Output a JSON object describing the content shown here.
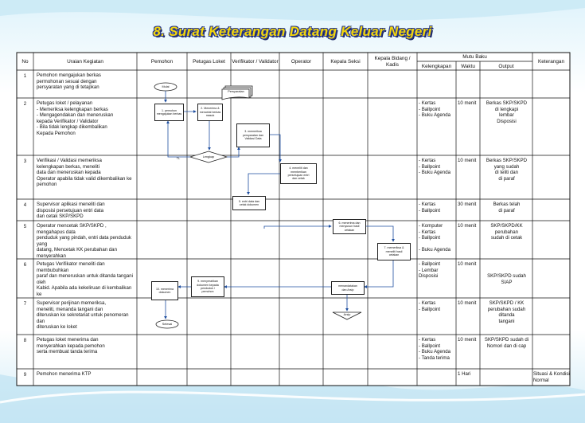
{
  "title": "8. Surat Keterangan Datang Keluar Negeri",
  "headers": {
    "no": "No",
    "uraian": "Uraian Kegiatan",
    "pemohon": "Pemohon",
    "petugas": "Petugas Loket",
    "verifikator": "Verifikator / Validator",
    "operator": "Operator",
    "kasi": "Kepala Seksi",
    "kabid": "Kepala Bidang / Kadis",
    "mutu": "Mutu Baku",
    "kelengkapan": "Kelengkapan",
    "waktu": "Waktu",
    "output": "Output",
    "keterangan": "Keterangan"
  },
  "rows": [
    {
      "no": "1",
      "uraian": "Pemohon mengajukan berkas\npermohonan sesuai dengan\npersyaratan yang di tetapkan",
      "kelengkapan": "",
      "waktu": "",
      "output": "",
      "keterangan": ""
    },
    {
      "no": "2",
      "uraian": "Petugas loket / pelayanan\n   - Memeriksa kelengkapan berkas\n   - Mengagendakan dan meneruskan\n     kepada Verifikator / Validator\n   - Bila tidak lengkap dikembalikan\n     Kepada Pemohon",
      "kelengkapan": "- Kertas\n- Ballpoint\n- Buku Agenda",
      "waktu": "10 menit",
      "output": "Berkas SKP/SKPD\ndi lengkapi\nlembar\nDisposisi",
      "keterangan": ""
    },
    {
      "no": "3",
      "uraian": "Verifikasi / Validasi memeriksa\nkelengkapan berkas, meneliti\ndata dan meneruskan kepada\nOperator apabila tidak valid dikembalikan ke\npemohon",
      "kelengkapan": "- Kertas\n- Ballpoint\n- Buku Agenda",
      "waktu": "10 menit",
      "output": "Berkas SKP/SKPD\nyang sudah\ndi teliti dan\ndi paraf",
      "keterangan": ""
    },
    {
      "no": "4",
      "uraian": "Supervisor aplikasi meneliti dan\ndisposisi persetujuan entri data\ndan cetak SKP/SKPD",
      "kelengkapan": "- Kertas\n- Ballpoint",
      "waktu": "30 menit",
      "output": "Berkas telah\ndi paraf",
      "keterangan": ""
    },
    {
      "no": "5",
      "uraian": "Operator mencetak SKP/SKPD , mengahapus data\npenduduk yang pindah, entri data penduduk yang\ndatang, Mencetak KK perubahan dan menyerahkan\nke Verifikator",
      "kelengkapan": "- Komputer\n- Kertas\n- Ballpoint\n\n- Buku Agenda",
      "waktu": "10 menit",
      "output": "SKP/SKPD/KK perubahan\nsudah di cetak",
      "keterangan": ""
    },
    {
      "no": "6",
      "uraian": "Petugas Verifikator meneliti dan membubuhkan\nparaf  dan meneruskan untuk ditanda tangani oleh\nKabid. Apabila ada kekeliruan di kembalikan ke\noperator",
      "kelengkapan": "- Ballpoint\n- Lembar\nDisposisi",
      "waktu": "10 menit",
      "output": "\n\nSKP/SKPD  sudah  SIAP",
      "keterangan": ""
    },
    {
      "no": "7",
      "uraian": "Supervisor perijinan memeriksa,\nmeneliti, menanda tangani dan\nditeruskan ke sekretariat untuk penomeran dan\nditeruskan ke loket",
      "kelengkapan": "- Kertas\n- Ballpoint",
      "waktu": "10 menit",
      "output": "SKP/SKPD / KK\nperubahan sudah ditanda\ntangani",
      "keterangan": ""
    },
    {
      "no": "8",
      "uraian": "Petugas loket menerima dan\nmenyerahkan kepada pemohon\nserta membuat tanda terima",
      "kelengkapan": "- Kertas\n- Ballpoint\n- Buku Agenda\n- Tanda terima",
      "waktu": "10 menit",
      "output": "SKP/SKPD sudah di\nNomori dan di cap",
      "keterangan": ""
    },
    {
      "no": "9",
      "uraian": "Pemohon menerima KTP",
      "kelengkapan": "",
      "waktu": "1  Hari",
      "output": "",
      "keterangan": "Situasi & Kondisi\nNormal"
    }
  ],
  "flow": {
    "mulai": "Mulai",
    "s1": "1. pemohon\nmengajukan berkas",
    "s2": "2. Menerima &\nmencetat berkas\nmasuk",
    "persyaratan": "Persyaratan",
    "s3": "3. memeriksa\npersyaratan dan\nValidasi Data",
    "lengkap": "Lengkap",
    "tl": "TL",
    "s4": "4. meneliti dan\nmemberikan\npersetujuan entri\ndan cetak",
    "s5": "5. entri data dan\ncetak dokumen",
    "s6": "6. menerima dan\nmenyusun hasil\ncetakan",
    "s7": "7. memeriksa &\nmeneliti hasil\ncetakan",
    "ttd": "menandatakan\ndan Arsip",
    "arsip": "Arsip",
    "s9": "9. menyerahkan\ndokumen kepada\npenduduk /\npemohon",
    "s10": "10. menerima\ndokumen",
    "selesai": "Selesai"
  }
}
